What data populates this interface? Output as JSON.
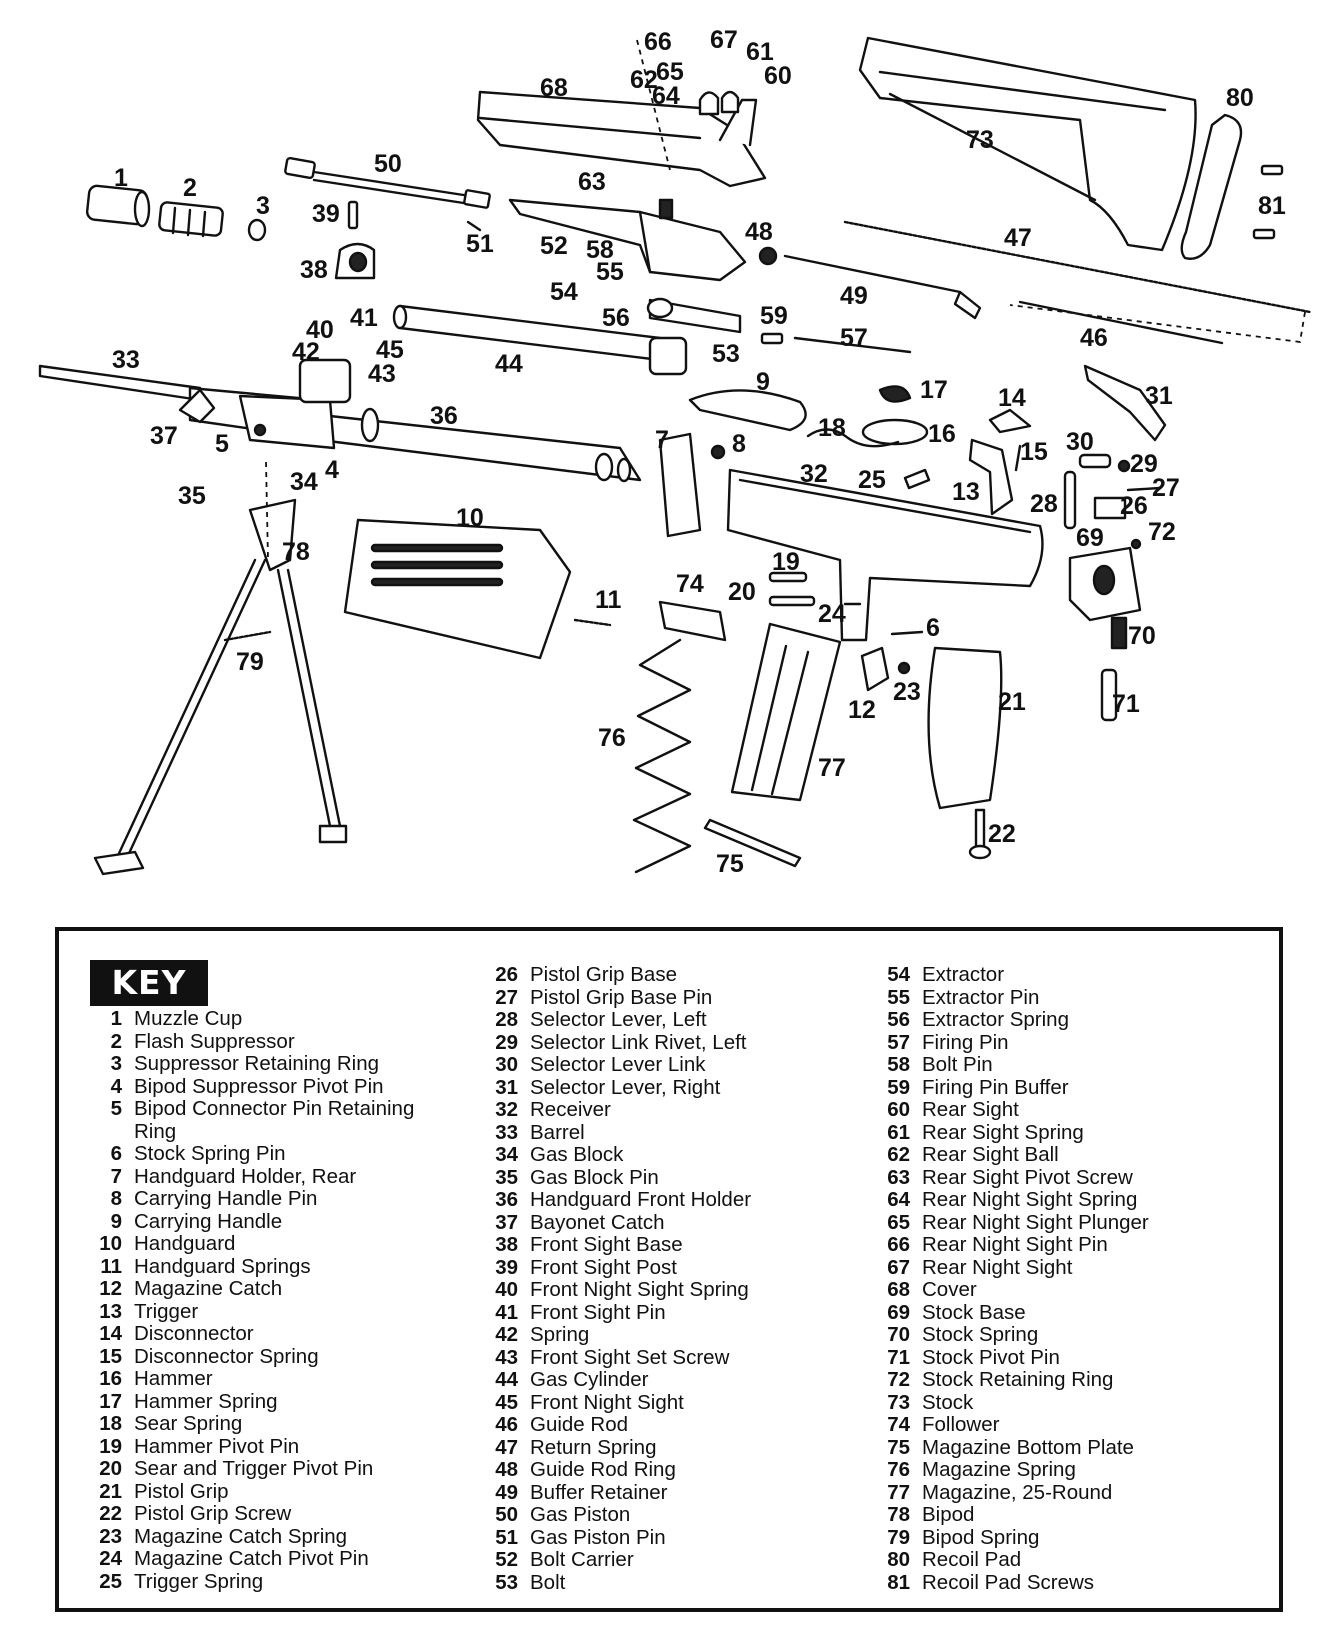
{
  "diagram": {
    "labels": {
      "1": "1",
      "2": "2",
      "3": "3",
      "4": "4",
      "5": "5",
      "6": "6",
      "7": "7",
      "8": "8",
      "9": "9",
      "10": "10",
      "11": "11",
      "12": "12",
      "13": "13",
      "14": "14",
      "15": "15",
      "16": "16",
      "17": "17",
      "18": "18",
      "19": "19",
      "20": "20",
      "21": "21",
      "22": "22",
      "23": "23",
      "24": "24",
      "25": "25",
      "26": "26",
      "27": "27",
      "28": "28",
      "29": "29",
      "30": "30",
      "31": "31",
      "32": "32",
      "33": "33",
      "34": "34",
      "35": "35",
      "36": "36",
      "37": "37",
      "38": "38",
      "39": "39",
      "40": "40",
      "41": "41",
      "42": "42",
      "43": "43",
      "44": "44",
      "45": "45",
      "46": "46",
      "47": "47",
      "48": "48",
      "49": "49",
      "50": "50",
      "51": "51",
      "52": "52",
      "53": "53",
      "54": "54",
      "55": "55",
      "56": "56",
      "57": "57",
      "58": "58",
      "59": "59",
      "60": "60",
      "61": "61",
      "62": "62",
      "63": "63",
      "64": "64",
      "65": "65",
      "66": "66",
      "67": "67",
      "68": "68",
      "69": "69",
      "70": "70",
      "71": "71",
      "72": "72",
      "73": "73",
      "74": "74",
      "75": "75",
      "76": "76",
      "77": "77",
      "78": "78",
      "79": "79",
      "80": "80",
      "81": "81"
    }
  },
  "key": {
    "title": "KEY",
    "columns": [
      [
        {
          "num": "1",
          "name": "Muzzle Cup"
        },
        {
          "num": "2",
          "name": "Flash Suppressor"
        },
        {
          "num": "3",
          "name": "Suppressor Retaining Ring"
        },
        {
          "num": "4",
          "name": "Bipod Suppressor Pivot Pin"
        },
        {
          "num": "5",
          "name": "Bipod Connector Pin Retaining Ring"
        },
        {
          "num": "6",
          "name": "Stock Spring Pin"
        },
        {
          "num": "7",
          "name": "Handguard Holder, Rear"
        },
        {
          "num": "8",
          "name": "Carrying Handle Pin"
        },
        {
          "num": "9",
          "name": "Carrying Handle"
        },
        {
          "num": "10",
          "name": "Handguard"
        },
        {
          "num": "11",
          "name": "Handguard Springs"
        },
        {
          "num": "12",
          "name": "Magazine Catch"
        },
        {
          "num": "13",
          "name": "Trigger"
        },
        {
          "num": "14",
          "name": "Disconnector"
        },
        {
          "num": "15",
          "name": "Disconnector Spring"
        },
        {
          "num": "16",
          "name": "Hammer"
        },
        {
          "num": "17",
          "name": "Hammer Spring"
        },
        {
          "num": "18",
          "name": "Sear Spring"
        },
        {
          "num": "19",
          "name": "Hammer Pivot Pin"
        },
        {
          "num": "20",
          "name": "Sear and Trigger Pivot Pin"
        },
        {
          "num": "21",
          "name": "Pistol Grip"
        },
        {
          "num": "22",
          "name": "Pistol Grip Screw"
        },
        {
          "num": "23",
          "name": "Magazine Catch Spring"
        },
        {
          "num": "24",
          "name": "Magazine Catch Pivot Pin"
        },
        {
          "num": "25",
          "name": "Trigger Spring"
        }
      ],
      [
        {
          "num": "26",
          "name": "Pistol Grip Base"
        },
        {
          "num": "27",
          "name": "Pistol Grip Base Pin"
        },
        {
          "num": "28",
          "name": "Selector Lever, Left"
        },
        {
          "num": "29",
          "name": "Selector Link Rivet, Left"
        },
        {
          "num": "30",
          "name": "Selector Lever Link"
        },
        {
          "num": "31",
          "name": "Selector Lever, Right"
        },
        {
          "num": "32",
          "name": "Receiver"
        },
        {
          "num": "33",
          "name": "Barrel"
        },
        {
          "num": "34",
          "name": "Gas Block"
        },
        {
          "num": "35",
          "name": "Gas Block Pin"
        },
        {
          "num": "36",
          "name": "Handguard Front Holder"
        },
        {
          "num": "37",
          "name": "Bayonet Catch"
        },
        {
          "num": "38",
          "name": "Front Sight Base"
        },
        {
          "num": "39",
          "name": "Front Sight Post"
        },
        {
          "num": "40",
          "name": "Front Night Sight Spring"
        },
        {
          "num": "41",
          "name": "Front Sight Pin"
        },
        {
          "num": "42",
          "name": "Spring"
        },
        {
          "num": "43",
          "name": "Front Sight Set Screw"
        },
        {
          "num": "44",
          "name": "Gas Cylinder"
        },
        {
          "num": "45",
          "name": "Front Night Sight"
        },
        {
          "num": "46",
          "name": "Guide Rod"
        },
        {
          "num": "47",
          "name": "Return Spring"
        },
        {
          "num": "48",
          "name": "Guide Rod Ring"
        },
        {
          "num": "49",
          "name": "Buffer Retainer"
        },
        {
          "num": "50",
          "name": "Gas Piston"
        },
        {
          "num": "51",
          "name": "Gas Piston Pin"
        },
        {
          "num": "52",
          "name": "Bolt Carrier"
        },
        {
          "num": "53",
          "name": "Bolt"
        }
      ],
      [
        {
          "num": "54",
          "name": "Extractor"
        },
        {
          "num": "55",
          "name": "Extractor Pin"
        },
        {
          "num": "56",
          "name": "Extractor Spring"
        },
        {
          "num": "57",
          "name": "Firing Pin"
        },
        {
          "num": "58",
          "name": "Bolt Pin"
        },
        {
          "num": "59",
          "name": "Firing Pin Buffer"
        },
        {
          "num": "60",
          "name": "Rear Sight"
        },
        {
          "num": "61",
          "name": "Rear Sight Spring"
        },
        {
          "num": "62",
          "name": "Rear Sight Ball"
        },
        {
          "num": "63",
          "name": "Rear Sight Pivot Screw"
        },
        {
          "num": "64",
          "name": "Rear Night Sight Spring"
        },
        {
          "num": "65",
          "name": "Rear Night Sight Plunger"
        },
        {
          "num": "66",
          "name": "Rear Night Sight Pin"
        },
        {
          "num": "67",
          "name": "Rear Night Sight"
        },
        {
          "num": "68",
          "name": "Cover"
        },
        {
          "num": "69",
          "name": "Stock Base"
        },
        {
          "num": "70",
          "name": "Stock Spring"
        },
        {
          "num": "71",
          "name": "Stock Pivot Pin"
        },
        {
          "num": "72",
          "name": "Stock Retaining Ring"
        },
        {
          "num": "73",
          "name": "Stock"
        },
        {
          "num": "74",
          "name": "Follower"
        },
        {
          "num": "75",
          "name": "Magazine Bottom Plate"
        },
        {
          "num": "76",
          "name": "Magazine Spring"
        },
        {
          "num": "77",
          "name": "Magazine, 25-Round"
        },
        {
          "num": "78",
          "name": "Bipod"
        },
        {
          "num": "79",
          "name": "Bipod Spring"
        },
        {
          "num": "80",
          "name": "Recoil Pad"
        },
        {
          "num": "81",
          "name": "Recoil Pad Screws"
        }
      ]
    ]
  }
}
